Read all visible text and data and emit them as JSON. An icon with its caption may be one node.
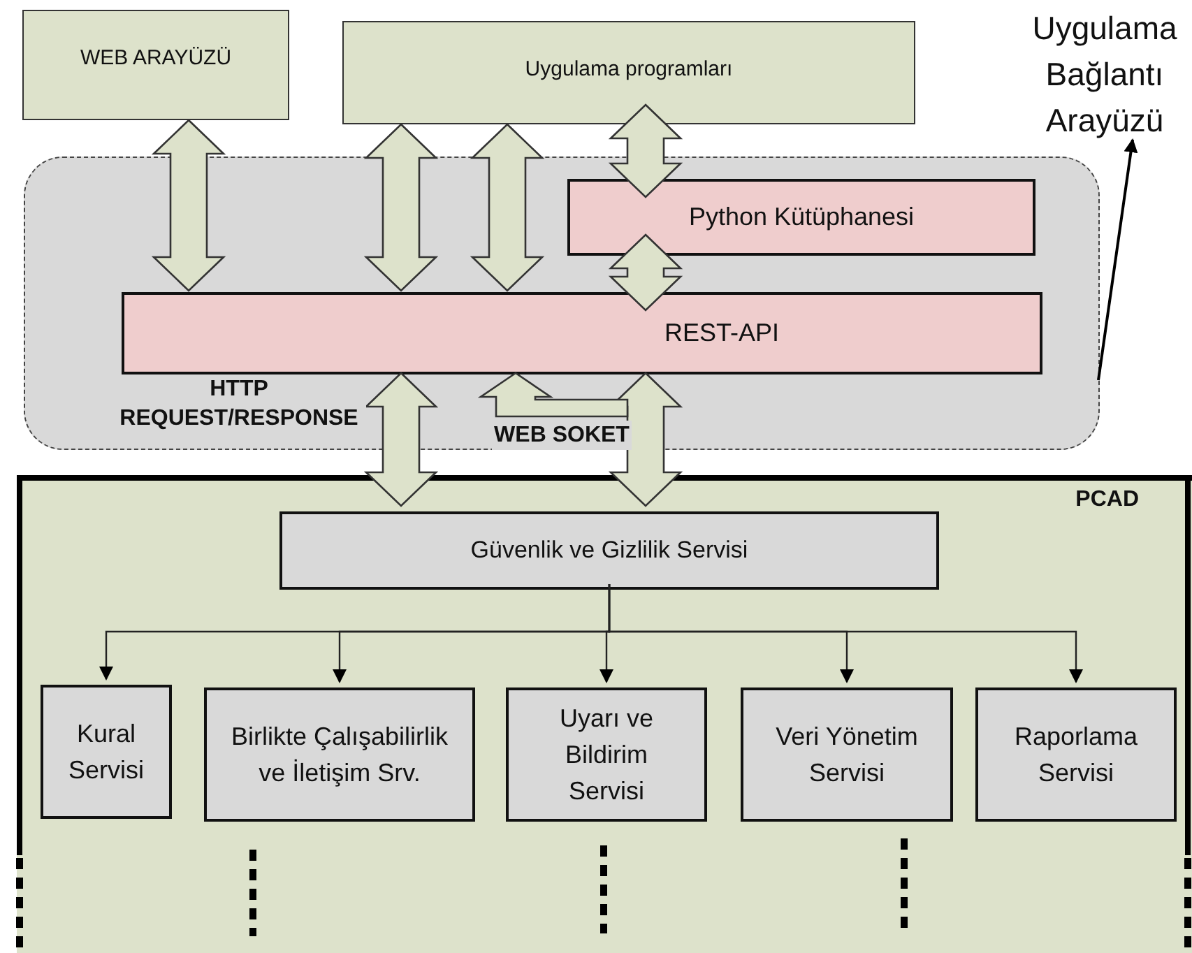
{
  "diagram": {
    "nodes": [
      {
        "text": [
          "WEB ARAYÜZÜ"
        ]
      },
      {
        "text": [
          "Uygulama programları"
        ]
      },
      {
        "text": [],
        "shape": "box"
      },
      {
        "text": [
          "Uygulama Bağlantı Arayüzü"
        ]
      },
      {
        "text": [
          "Python Kütüphanesi"
        ],
        "in": 2
      },
      {
        "text": [
          "REST-API"
        ],
        "in": 2
      },
      {
        "text": [
          "PCAD"
        ]
      },
      {
        "text": [
          "Güvenlik ve Gizlilik Servisi"
        ],
        "in": 6
      },
      {
        "text": [
          "Kural Servisi"
        ],
        "in": 6
      },
      {
        "text": [
          "Birlikte Çalışabilirlik ve İletişim Srv."
        ],
        "in": 6
      },
      {
        "text": [
          "Uyarı ve Bildirim Servisi"
        ],
        "in": 6
      },
      {
        "text": [
          "Veri Yönetim Servisi"
        ],
        "in": 6
      },
      {
        "text": [
          "Raporlama Servisi"
        ],
        "in": 6
      }
    ],
    "edges": [
      {
        "from": 0,
        "to": 5,
        "arrow": "both",
        "style": "thick"
      },
      {
        "from": 1,
        "to": 5,
        "arrow": "both",
        "style": "thick"
      },
      {
        "from": 1,
        "to": 5,
        "arrow": "both",
        "style": "thick"
      },
      {
        "from": 1,
        "to": 4,
        "arrow": "both",
        "style": "thick"
      },
      {
        "from": 4,
        "to": 5,
        "arrow": "both",
        "style": "thick"
      },
      {
        "from": 5,
        "to": 7,
        "arrow": "both",
        "style": "thick",
        "label": "HTTP REQUEST/RESPONSE"
      },
      {
        "from": 5,
        "to": 7,
        "arrow": "both",
        "style": "thick"
      },
      {
        "from": 7,
        "to": 5,
        "arrow": "to",
        "style": "thick",
        "label": "WEB SOKET"
      },
      {
        "from": 7,
        "to": 8,
        "arrow": "to"
      },
      {
        "from": 7,
        "to": 9,
        "arrow": "to"
      },
      {
        "from": 7,
        "to": 10,
        "arrow": "to"
      },
      {
        "from": 7,
        "to": 11,
        "arrow": "to"
      },
      {
        "from": 7,
        "to": 12,
        "arrow": "to"
      },
      {
        "from": 2,
        "to": 3,
        "arrow": "to"
      }
    ]
  }
}
